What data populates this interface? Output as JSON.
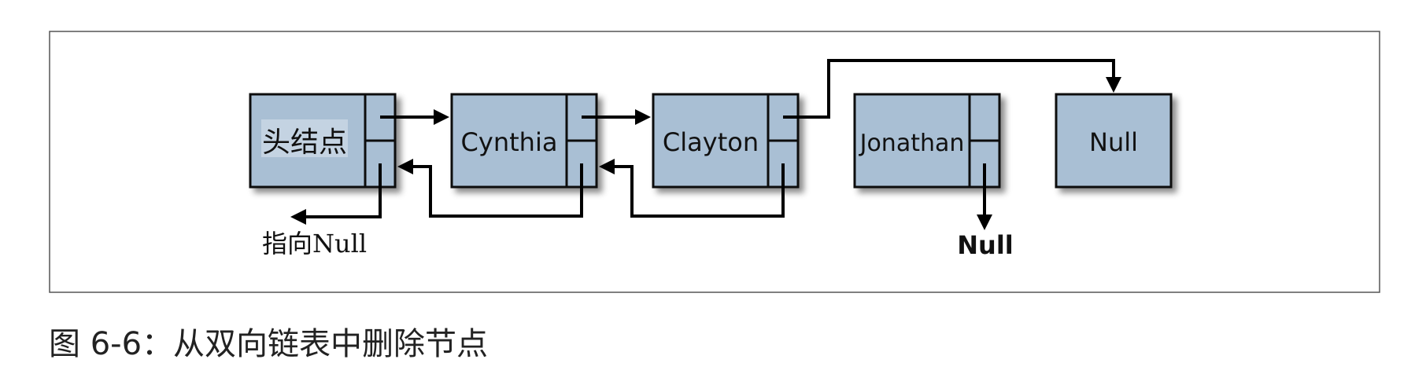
{
  "diagram": {
    "nodes": [
      {
        "id": "head",
        "label": "头结点"
      },
      {
        "id": "cynthia",
        "label": "Cynthia"
      },
      {
        "id": "clayton",
        "label": "Clayton"
      },
      {
        "id": "jonathan",
        "label": "Jonathan"
      },
      {
        "id": "null",
        "label": "Null"
      }
    ],
    "labels": {
      "head_prev": "指向Null",
      "jonathan_prev": "Null"
    },
    "colors": {
      "node_fill": "#a9bfd4",
      "node_stroke": "#111111",
      "frame_stroke": "#555555",
      "arrow": "#000000"
    }
  },
  "caption": "图 6-6：从双向链表中删除节点"
}
